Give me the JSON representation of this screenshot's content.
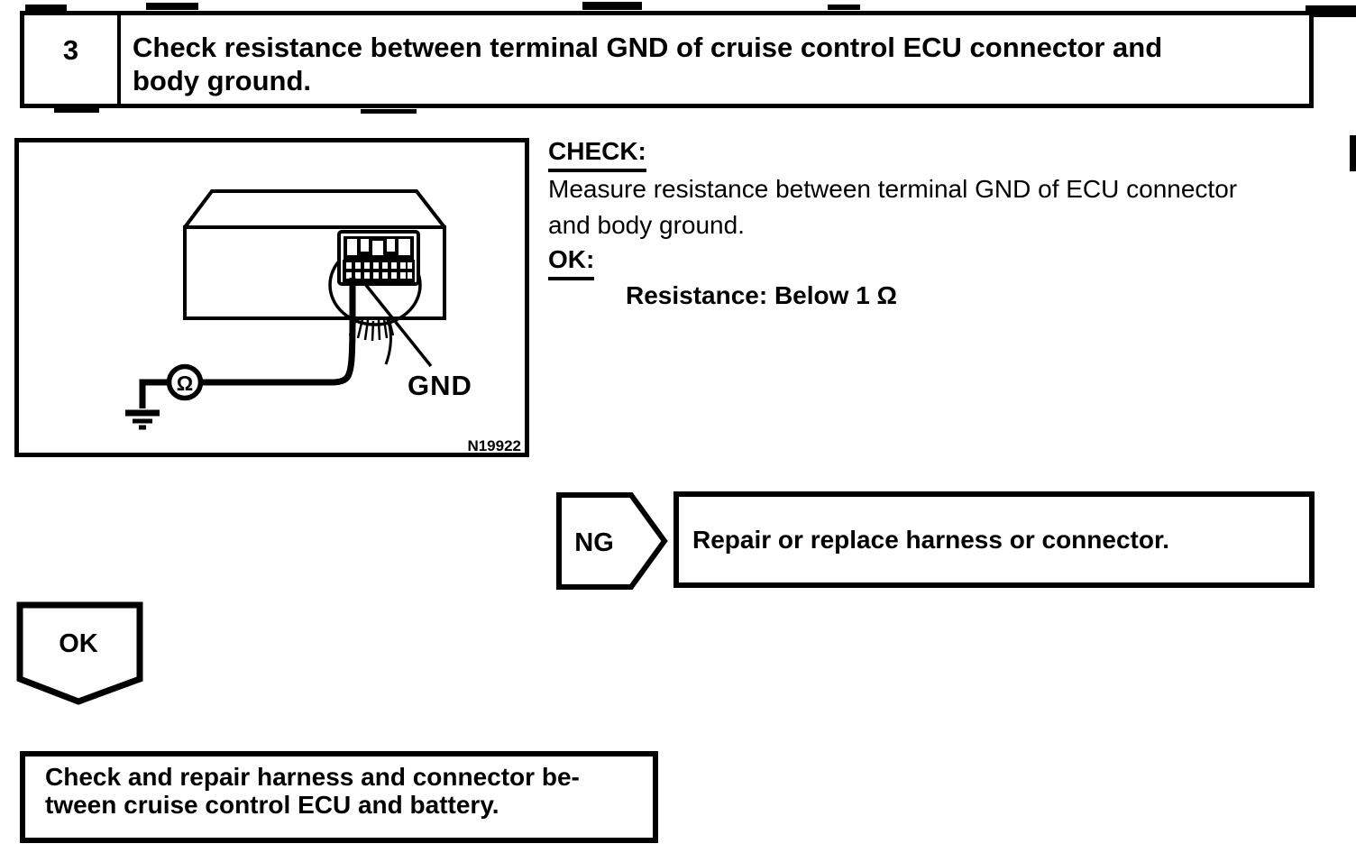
{
  "colors": {
    "ink": "#000000",
    "paper": "#ffffff"
  },
  "step_header": {
    "number": "3",
    "title_line1": "Check resistance between terminal GND of cruise control ECU connector and",
    "title_line2": "body ground."
  },
  "figure": {
    "gnd_label": "GND",
    "ohmmeter_symbol": "Ω",
    "figure_number": "N19922"
  },
  "check_section": {
    "check_heading": "CHECK:",
    "body_line1": "Measure resistance between terminal GND of ECU connector",
    "body_line2": "and body ground.",
    "ok_heading": "OK:",
    "spec": "Resistance: Below 1 Ω"
  },
  "flowchart": {
    "ng_label": "NG",
    "ng_action": "Repair or replace harness or connector.",
    "ok_label": "OK",
    "ok_action_line1": "Check and repair harness and connector be-",
    "ok_action_line2": "tween cruise control ECU and battery."
  }
}
